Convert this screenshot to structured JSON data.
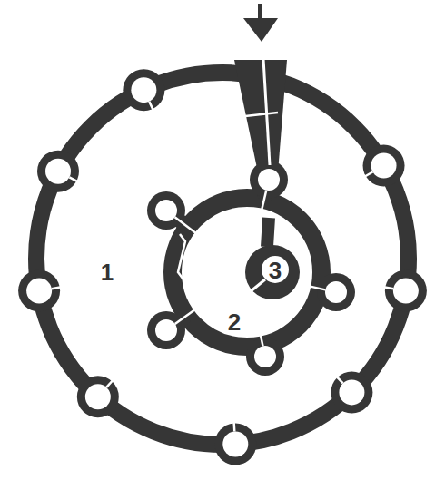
{
  "diagram": {
    "nodes": [
      {
        "text": [
          "1"
        ]
      },
      {
        "text": [
          "2"
        ],
        "in": 0
      },
      {
        "text": [
          "3"
        ],
        "in": 1
      }
    ]
  }
}
